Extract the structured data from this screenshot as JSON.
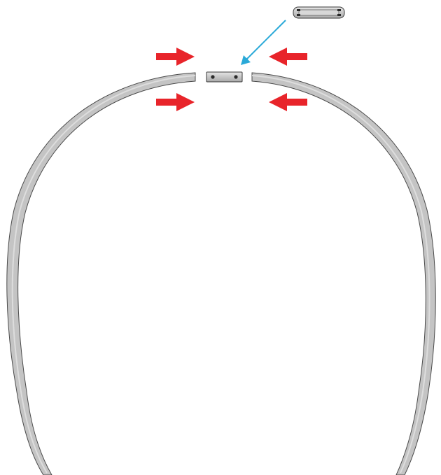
{
  "diagram": {
    "parts": [
      {
        "id": "left-band",
        "kind": "curved-band-segment",
        "side": "left"
      },
      {
        "id": "right-band",
        "kind": "curved-band-segment",
        "side": "right"
      },
      {
        "id": "center-connector",
        "kind": "connector-plate",
        "holes": 2
      },
      {
        "id": "connector-side-view",
        "kind": "connector-inset"
      }
    ],
    "arrows": [
      {
        "id": "left-upper-arrow",
        "direction": "right",
        "meaning": "push-inward"
      },
      {
        "id": "left-lower-arrow",
        "direction": "right",
        "meaning": "push-inward"
      },
      {
        "id": "right-upper-arrow",
        "direction": "left",
        "meaning": "push-inward"
      },
      {
        "id": "right-lower-arrow",
        "direction": "left",
        "meaning": "push-inward"
      },
      {
        "id": "callout-arrow",
        "direction": "down-left",
        "meaning": "points-to-connector"
      }
    ],
    "colors": {
      "band_fill": "#c4c4c4",
      "band_highlight": "#e2e2e2",
      "band_shadow": "#8f8f8f",
      "band_stroke": "#4a4a4a",
      "push_arrow": "#e8242a",
      "callout_arrow": "#29a9d8",
      "connector_fill": "#c9c9c9",
      "hole": "#2a2a2a"
    }
  }
}
